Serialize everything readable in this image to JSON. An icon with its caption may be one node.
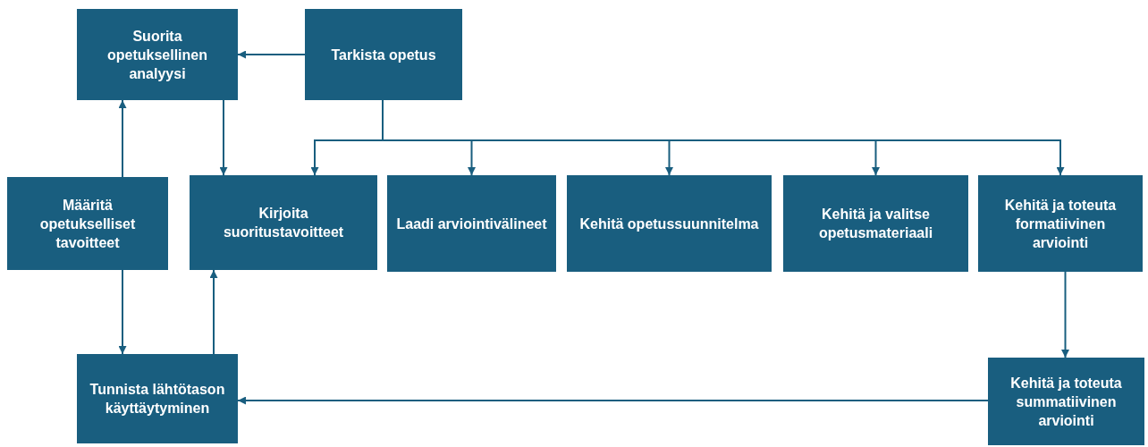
{
  "diagram": {
    "nodes": [
      {
        "text": [
          "Suorita opetuksellinen analyysi"
        ]
      },
      {
        "text": [
          "Tarkista opetus"
        ]
      },
      {
        "text": [
          "Määritä opetukselliset tavoitteet"
        ]
      },
      {
        "text": [
          "Kirjoita suoritustavoitteet"
        ]
      },
      {
        "text": [
          "Laadi arviointivälineet"
        ]
      },
      {
        "text": [
          "Kehitä opetussuunnitelma"
        ]
      },
      {
        "text": [
          "Kehitä ja valitse opetusmateriaali"
        ]
      },
      {
        "text": [
          "Kehitä ja toteuta formatiivinen arviointi"
        ]
      },
      {
        "text": [
          "Tunnista lähtötason käyttäytyminen"
        ]
      },
      {
        "text": [
          "Kehitä ja toteuta summatiivinen arviointi"
        ]
      }
    ],
    "edges": [
      {
        "from": 1,
        "to": 0,
        "arrow": "to"
      },
      {
        "from": 0,
        "to": 3,
        "arrow": "to"
      },
      {
        "from": 2,
        "to": 0,
        "arrow": "to"
      },
      {
        "from": 1,
        "to": 3,
        "arrow": "to"
      },
      {
        "from": 1,
        "to": 4,
        "arrow": "to"
      },
      {
        "from": 1,
        "to": 5,
        "arrow": "to"
      },
      {
        "from": 1,
        "to": 6,
        "arrow": "to"
      },
      {
        "from": 1,
        "to": 7,
        "arrow": "to"
      },
      {
        "from": 2,
        "to": 8,
        "arrow": "to"
      },
      {
        "from": 8,
        "to": 3,
        "arrow": "to"
      },
      {
        "from": 7,
        "to": 9,
        "arrow": "to"
      },
      {
        "from": 9,
        "to": 8,
        "arrow": "to"
      }
    ]
  }
}
